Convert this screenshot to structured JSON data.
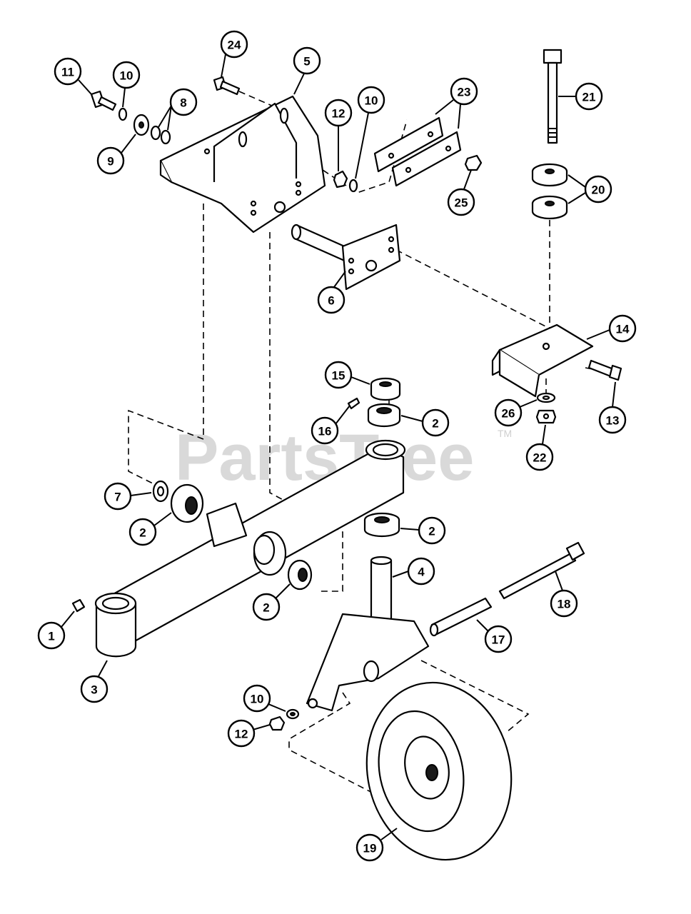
{
  "watermark": {
    "text": "PartsTree",
    "mark": "TM"
  },
  "callouts": [
    {
      "id": "c24",
      "label": "24"
    },
    {
      "id": "c5",
      "label": "5"
    },
    {
      "id": "c11",
      "label": "11"
    },
    {
      "id": "c10a",
      "label": "10"
    },
    {
      "id": "c8",
      "label": "8"
    },
    {
      "id": "c9",
      "label": "9"
    },
    {
      "id": "c12a",
      "label": "12"
    },
    {
      "id": "c10b",
      "label": "10"
    },
    {
      "id": "c23",
      "label": "23"
    },
    {
      "id": "c25",
      "label": "25"
    },
    {
      "id": "c21",
      "label": "21"
    },
    {
      "id": "c20",
      "label": "20"
    },
    {
      "id": "c6",
      "label": "6"
    },
    {
      "id": "c14",
      "label": "14"
    },
    {
      "id": "c13",
      "label": "13"
    },
    {
      "id": "c26",
      "label": "26"
    },
    {
      "id": "c22",
      "label": "22"
    },
    {
      "id": "c15",
      "label": "15"
    },
    {
      "id": "c16",
      "label": "16"
    },
    {
      "id": "c2a",
      "label": "2"
    },
    {
      "id": "c7",
      "label": "7"
    },
    {
      "id": "c2b",
      "label": "2"
    },
    {
      "id": "c2c",
      "label": "2"
    },
    {
      "id": "c4",
      "label": "4"
    },
    {
      "id": "c2d",
      "label": "2"
    },
    {
      "id": "c18",
      "label": "18"
    },
    {
      "id": "c1",
      "label": "1"
    },
    {
      "id": "c17",
      "label": "17"
    },
    {
      "id": "c3",
      "label": "3"
    },
    {
      "id": "c10c",
      "label": "10"
    },
    {
      "id": "c12b",
      "label": "12"
    },
    {
      "id": "c19",
      "label": "19"
    }
  ]
}
